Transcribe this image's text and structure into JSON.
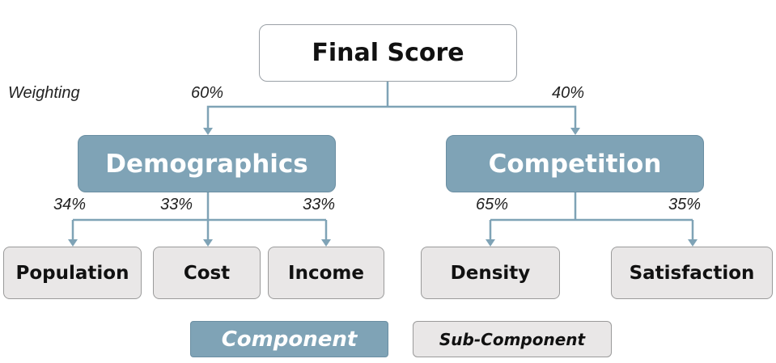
{
  "weighting_label": "Weighting",
  "root": {
    "label": "Final Score"
  },
  "components": [
    {
      "label": "Demographics",
      "weight": "60%"
    },
    {
      "label": "Competition",
      "weight": "40%"
    }
  ],
  "subcomponents": {
    "demographics": [
      {
        "label": "Population",
        "weight": "34%"
      },
      {
        "label": "Cost",
        "weight": "33%"
      },
      {
        "label": "Income",
        "weight": "33%"
      }
    ],
    "competition": [
      {
        "label": "Density",
        "weight": "65%"
      },
      {
        "label": "Satisfaction",
        "weight": "35%"
      }
    ]
  },
  "legend": {
    "component": "Component",
    "sub_component": "Sub-Component"
  },
  "colors": {
    "component_fill": "#7fa3b6",
    "sub_fill": "#e9e7e7",
    "connector": "#7fa3b6"
  }
}
